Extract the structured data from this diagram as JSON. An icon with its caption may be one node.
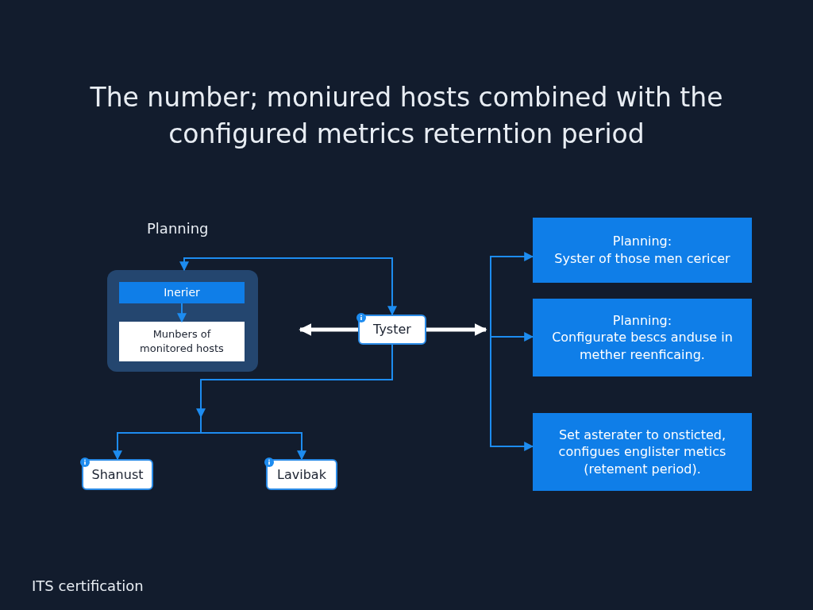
{
  "diagram": {
    "title": "The number; moniured hosts combined with the configured metrics reterntion period",
    "nodes": [
      {
        "text": [
          "Planning"
        ]
      },
      {
        "text": [
          "Inerier"
        ],
        "in": 0
      },
      {
        "text": [
          "Munbers of monitored hosts"
        ],
        "in": 0
      },
      {
        "text": [
          "Tyster"
        ]
      },
      {
        "text": [
          "Shanust"
        ]
      },
      {
        "text": [
          "Lavibak"
        ]
      },
      {
        "text": [
          "Planning:",
          "Syster of those men cericer"
        ]
      },
      {
        "text": [
          "Planning:",
          "Configurate bescs anduse in mether reenficaing."
        ]
      },
      {
        "text": [
          "Set asterater to onsticted, configues englister metics (retement period)."
        ]
      }
    ],
    "edges": [
      {
        "from": 0,
        "to": 3,
        "arrow": "both"
      },
      {
        "from": 1,
        "to": 2,
        "arrow": "to"
      },
      {
        "from": 3,
        "to": null,
        "arrow": "to",
        "style": "thick",
        "color": "#ffffff"
      },
      {
        "from": 3,
        "to": null,
        "arrow": "to",
        "style": "thick",
        "color": "#ffffff"
      },
      {
        "from": null,
        "to": 6,
        "arrow": "to"
      },
      {
        "from": null,
        "to": 7,
        "arrow": "to"
      },
      {
        "from": null,
        "to": 8,
        "arrow": "to"
      },
      {
        "from": 3,
        "to": 4,
        "arrow": "to"
      },
      {
        "from": 3,
        "to": 5,
        "arrow": "to"
      }
    ],
    "labels": [
      "ITS certification"
    ]
  }
}
